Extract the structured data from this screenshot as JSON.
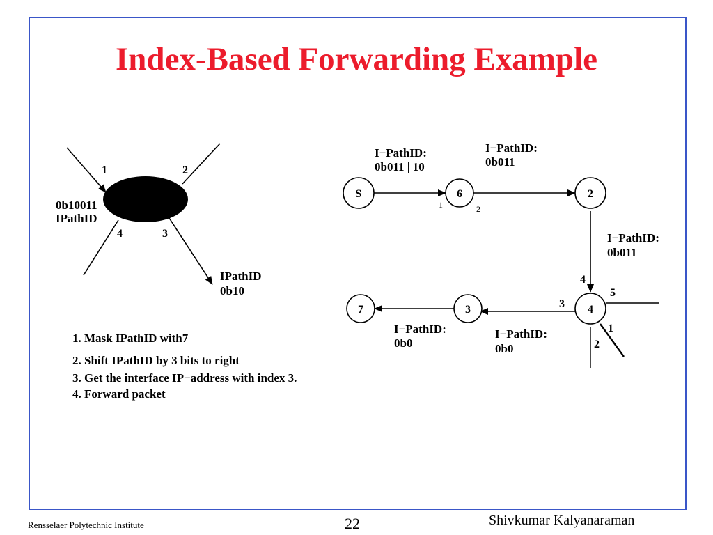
{
  "slide": {
    "title": "Index-Based Forwarding Example",
    "footer": {
      "institute": "Rensselaer Polytechnic Institute",
      "page": "22",
      "author": "Shivkumar Kalyanaraman"
    }
  },
  "left_diagram": {
    "interface_labels": [
      "1",
      "2",
      "3",
      "4"
    ],
    "incoming_label": [
      "0b10011",
      "IPathID"
    ],
    "outgoing_label": [
      "IPathID",
      "0b10"
    ]
  },
  "steps": [
    "1. Mask IPathID with7",
    "2. Shift IPathID by 3 bits to right",
    "3. Get the interface IP−address with index 3.",
    "4. Forward packet"
  ],
  "right_diagram": {
    "nodes": {
      "s": "S",
      "n6": "6",
      "n2": "2",
      "n4": "4",
      "n3": "3",
      "n7": "7"
    },
    "path_labels": {
      "s_to_6": [
        "I−PathID:",
        "0b011 | 10"
      ],
      "six_to_2": [
        "I−PathID:",
        "0b011"
      ],
      "two_to_4": [
        "I−PathID:",
        "0b011"
      ],
      "four_to_3": [
        "I−PathID:",
        "0b0"
      ],
      "three_to_7": [
        "I−PathID:",
        "0b0"
      ]
    },
    "port_labels": {
      "n6_in": "1",
      "n6_out": "2",
      "n4_port4": "4",
      "n4_port3": "3",
      "n4_port5": "5",
      "n4_port1": "1",
      "n4_port2": "2"
    }
  }
}
